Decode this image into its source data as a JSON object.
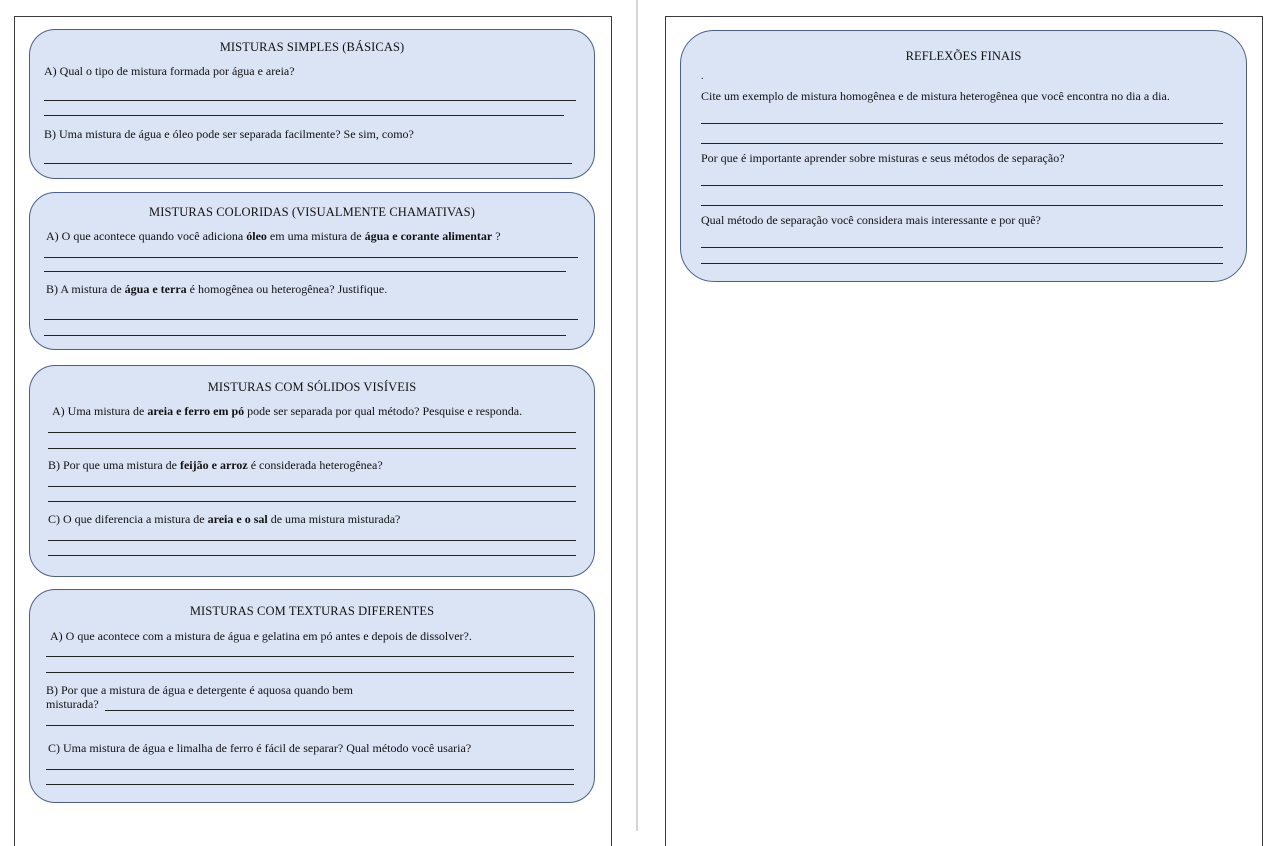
{
  "sections": [
    {
      "title": "MISTURAS SIMPLES (BÁSICAS)",
      "questions": [
        {
          "text": "A) Qual o tipo de mistura formada por água e areia?"
        },
        {
          "text": "B) Uma mistura de água e óleo pode ser separada facilmente? Se sim, como?"
        }
      ]
    },
    {
      "title": "MISTURAS COLORIDAS (VISUALMENTE CHAMATIVAS)",
      "questions": [
        {
          "p1": "A)  O que acontece quando você adiciona ",
          "b1": "óleo",
          "p2": " em uma mistura de ",
          "b2": "água e corante alimentar",
          "p3": " ?"
        },
        {
          "p1": "B) A mistura de ",
          "b1": "água e terra",
          "p2": " é homogênea ou heterogênea? Justifique."
        }
      ]
    },
    {
      "title": "MISTURAS COM SÓLIDOS VISÍVEIS",
      "questions": [
        {
          "p1": "A) Uma mistura de ",
          "b1": "areia e ferro em pó",
          "p2": " pode ser separada por qual método? Pesquise e responda."
        },
        {
          "p1": "B) Por que uma mistura de ",
          "b1": "feijão e arroz",
          "p2": " é considerada heterogênea?"
        },
        {
          "p1": "C) O que diferencia a mistura de ",
          "b1": "areia e o sal",
          "p2": " de uma mistura misturada?"
        }
      ]
    },
    {
      "title": "MISTURAS COM TEXTURAS DIFERENTES",
      "questions": [
        {
          "text": "A) O que acontece com a mistura de água e gelatina em pó antes e depois de dissolver?."
        },
        {
          "line1": "B) Por que a mistura de água e detergente é aquosa quando bem",
          "line2": "misturada?"
        },
        {
          "text": "C) Uma mistura de água e limalha de ferro é fácil de separar? Qual método você usaria?"
        }
      ]
    }
  ],
  "final": {
    "title": "REFLEXÕES FINAIS",
    "dot": ".",
    "questions": [
      {
        "text": "Cite um exemplo de mistura homogênea e de mistura heterogênea que você encontra no dia a dia."
      },
      {
        "text": "Por que é importante aprender sobre misturas e seus métodos de separação?"
      },
      {
        "text": "Qual método de separação você considera mais interessante e por quê?"
      }
    ]
  }
}
